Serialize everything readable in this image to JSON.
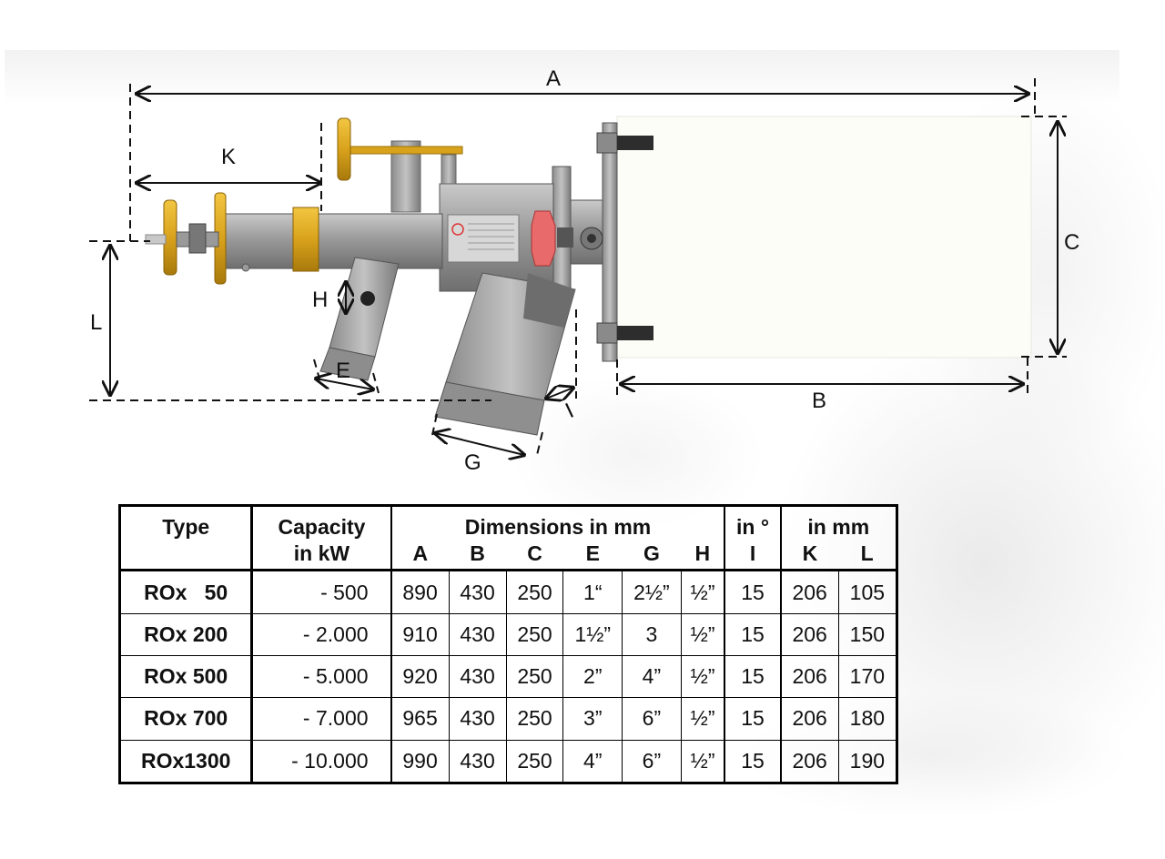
{
  "dimension_labels": {
    "A": "A",
    "B": "B",
    "C": "C",
    "E": "E",
    "G": "G",
    "H": "H",
    "I": "I",
    "K": "K",
    "L": "L"
  },
  "table": {
    "header_type": "Type",
    "header_capacity_1": "Capacity",
    "header_capacity_2": "in kW",
    "header_dimensions": "Dimensions in mm",
    "header_angle": "in °",
    "header_mm": "in mm",
    "sub_headers": [
      "A",
      "B",
      "C",
      "E",
      "G",
      "H",
      "I",
      "K",
      "L"
    ],
    "rows": [
      {
        "type": "ROx   50",
        "capacity": "- 500",
        "A": "890",
        "B": "430",
        "C": "250",
        "E": "1“",
        "G": "2½”",
        "H": "½”",
        "I": "15",
        "K": "206",
        "L": "105"
      },
      {
        "type": "ROx 200",
        "capacity": "- 2.000",
        "A": "910",
        "B": "430",
        "C": "250",
        "E": "1½”",
        "G": "3",
        "H": "½”",
        "I": "15",
        "K": "206",
        "L": "150"
      },
      {
        "type": "ROx 500",
        "capacity": "- 5.000",
        "A": "920",
        "B": "430",
        "C": "250",
        "E": "2”",
        "G": "4”",
        "H": "½”",
        "I": "15",
        "K": "206",
        "L": "170"
      },
      {
        "type": "ROx 700",
        "capacity": "- 7.000",
        "A": "965",
        "B": "430",
        "C": "250",
        "E": "3”",
        "G": "6”",
        "H": "½”",
        "I": "15",
        "K": "206",
        "L": "180"
      },
      {
        "type": "ROx1300",
        "capacity": "- 10.000",
        "A": "990",
        "B": "430",
        "C": "250",
        "E": "4”",
        "G": "6”",
        "H": "½”",
        "I": "15",
        "K": "206",
        "L": "190"
      }
    ]
  }
}
